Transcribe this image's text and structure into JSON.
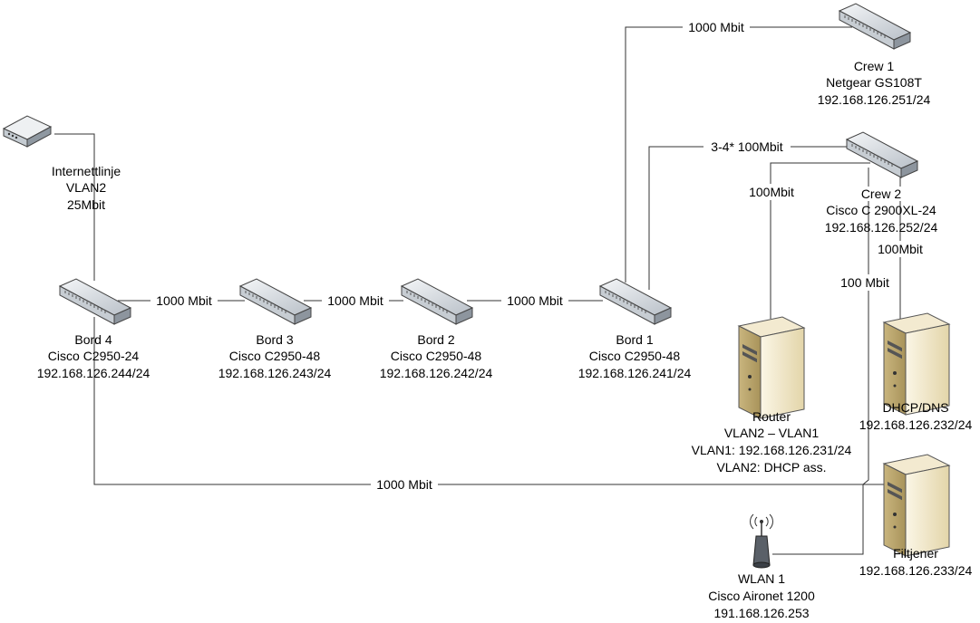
{
  "internet": {
    "lines": [
      "Internettlinje",
      "VLAN2",
      "25Mbit"
    ]
  },
  "devices": {
    "bord4": {
      "lines": [
        "Bord 4",
        "Cisco C2950-24",
        "192.168.126.244/24"
      ]
    },
    "bord3": {
      "lines": [
        "Bord 3",
        "Cisco C2950-48",
        "192.168.126.243/24"
      ]
    },
    "bord2": {
      "lines": [
        "Bord 2",
        "Cisco C2950-48",
        "192.168.126.242/24"
      ]
    },
    "bord1": {
      "lines": [
        "Bord 1",
        "Cisco C2950-48",
        "192.168.126.241/24"
      ]
    },
    "crew1": {
      "lines": [
        "Crew 1",
        "Netgear GS108T",
        "192.168.126.251/24"
      ]
    },
    "crew2": {
      "lines": [
        "Crew 2",
        "Cisco C 2900XL-24",
        "192.168.126.252/24"
      ]
    },
    "router": {
      "lines": [
        "Router",
        "VLAN2 – VLAN1",
        "VLAN1: 192.168.126.231/24",
        "VLAN2: DHCP ass."
      ]
    },
    "dhcp": {
      "lines": [
        "DHCP/DNS",
        "192.168.126.232/24"
      ]
    },
    "filtjener": {
      "lines": [
        "Filtjener",
        "192.168.126.233/24"
      ]
    },
    "wlan1": {
      "lines": [
        "WLAN 1",
        "Cisco Aironet 1200",
        "191.168.126.253"
      ]
    }
  },
  "links": {
    "bord4_bord3": "1000 Mbit",
    "bord3_bord2": "1000 Mbit",
    "bord2_bord1": "1000 Mbit",
    "bord1_crew1": "1000 Mbit",
    "bord1_crew2": "3-4* 100Mbit",
    "crew2_router": "100Mbit",
    "crew2_dhcp": "100Mbit",
    "crew2_wlan": "100 Mbit",
    "bord4_filtjener": "1000 Mbit"
  },
  "colors": {
    "line": "#333333",
    "switch": "#d8dde2",
    "server": "#eee4c8"
  }
}
